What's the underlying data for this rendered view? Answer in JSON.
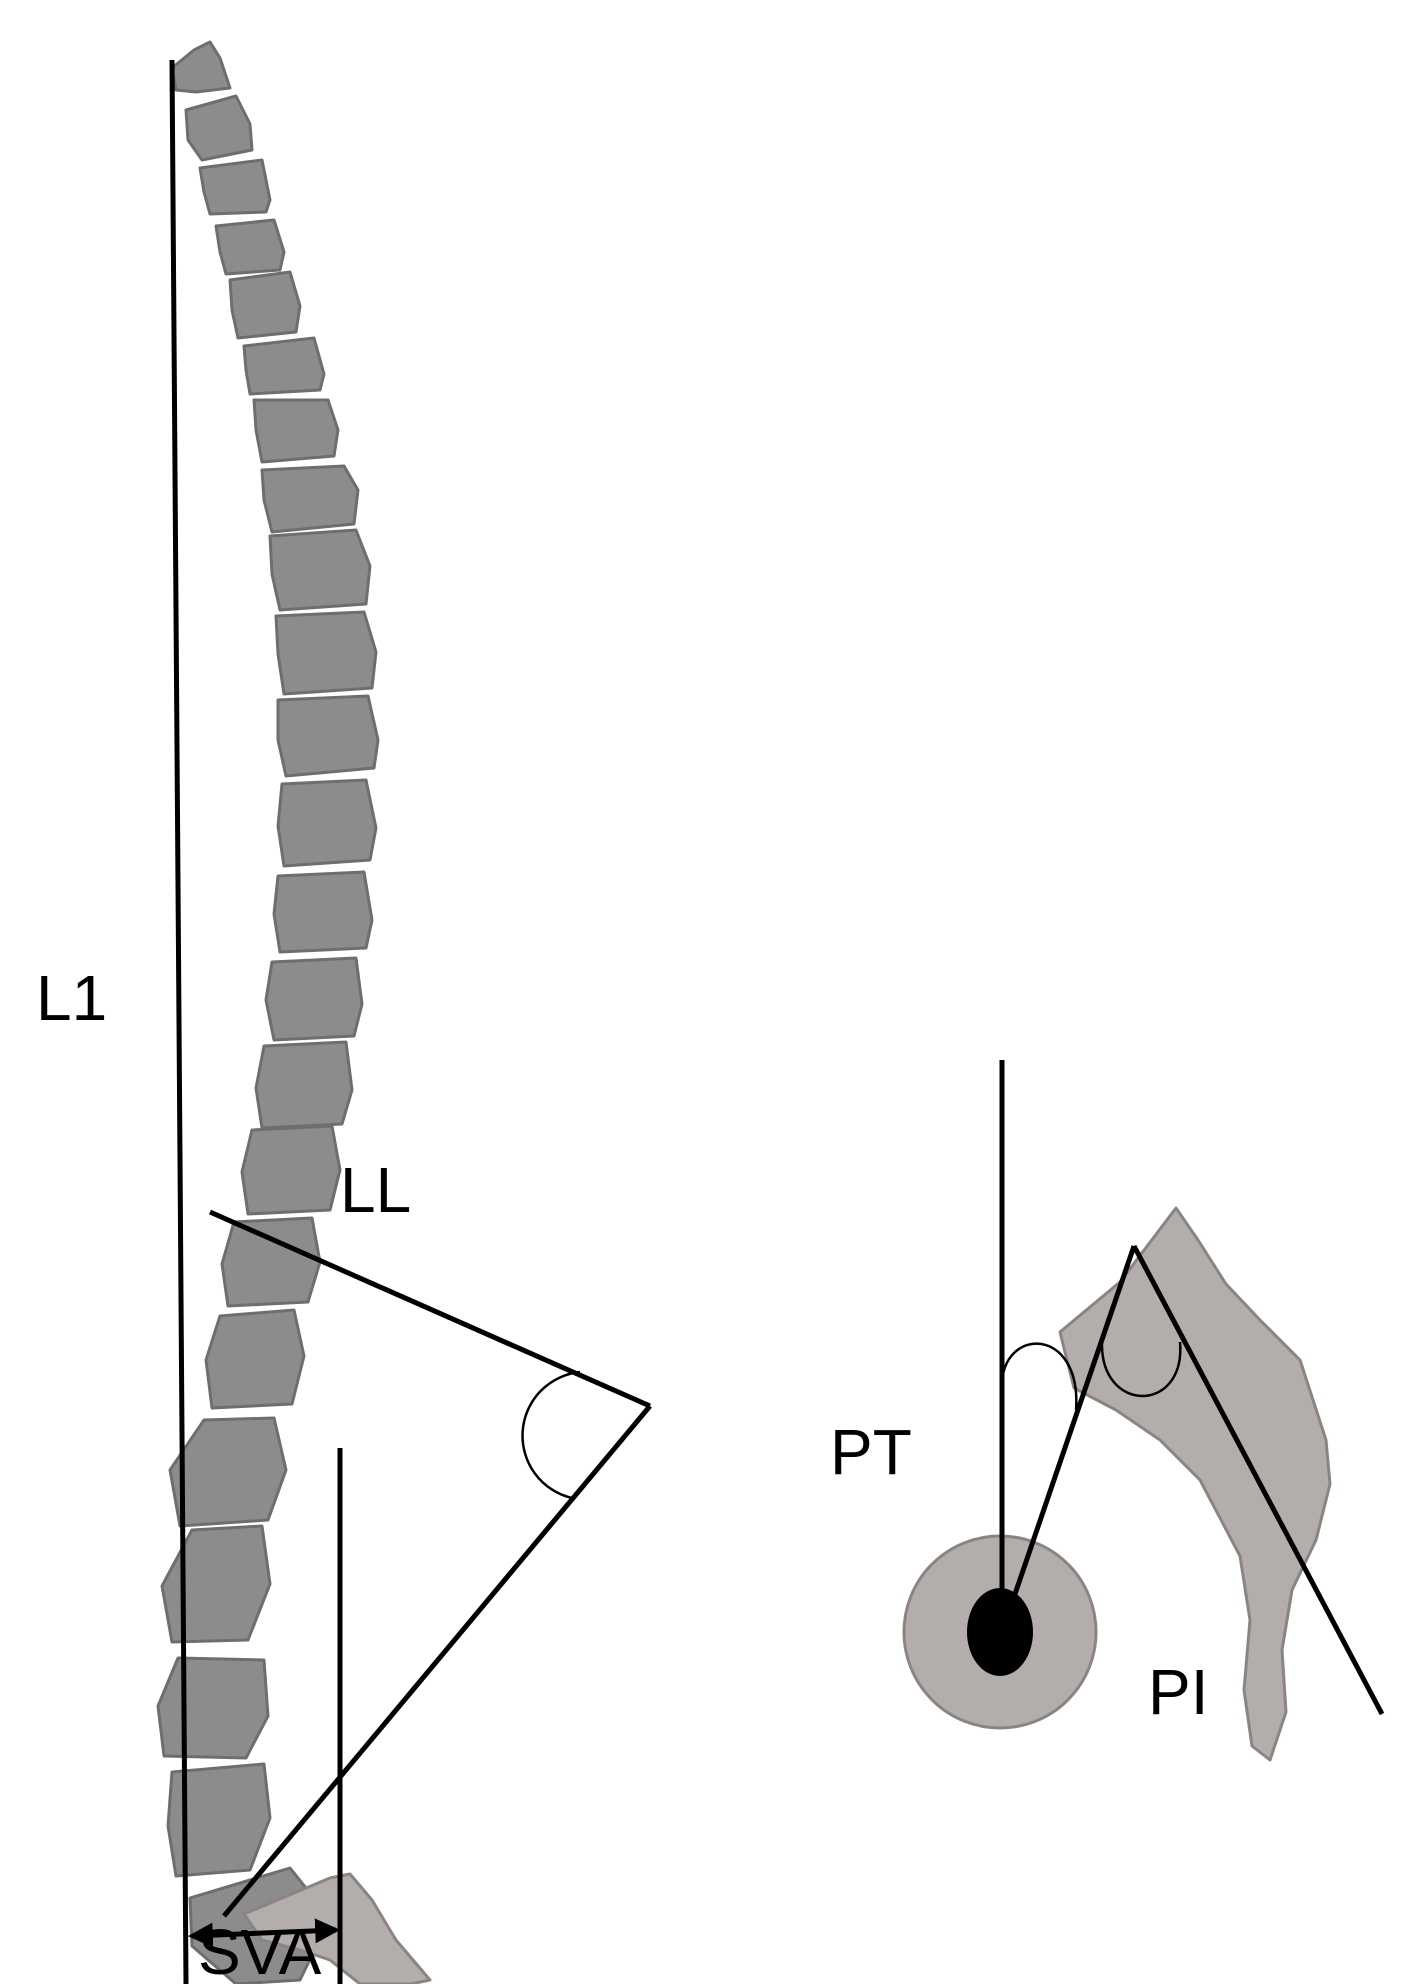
{
  "labels": {
    "l1": "L1",
    "ll": "LL",
    "sva": "SVA",
    "pt": "PT",
    "pi": "PI"
  },
  "colors": {
    "vertebra_fill": "#8c8c8c",
    "bone_fill": "#b3aeab",
    "femoral_head_fill": "#000000",
    "line": "#000000"
  }
}
